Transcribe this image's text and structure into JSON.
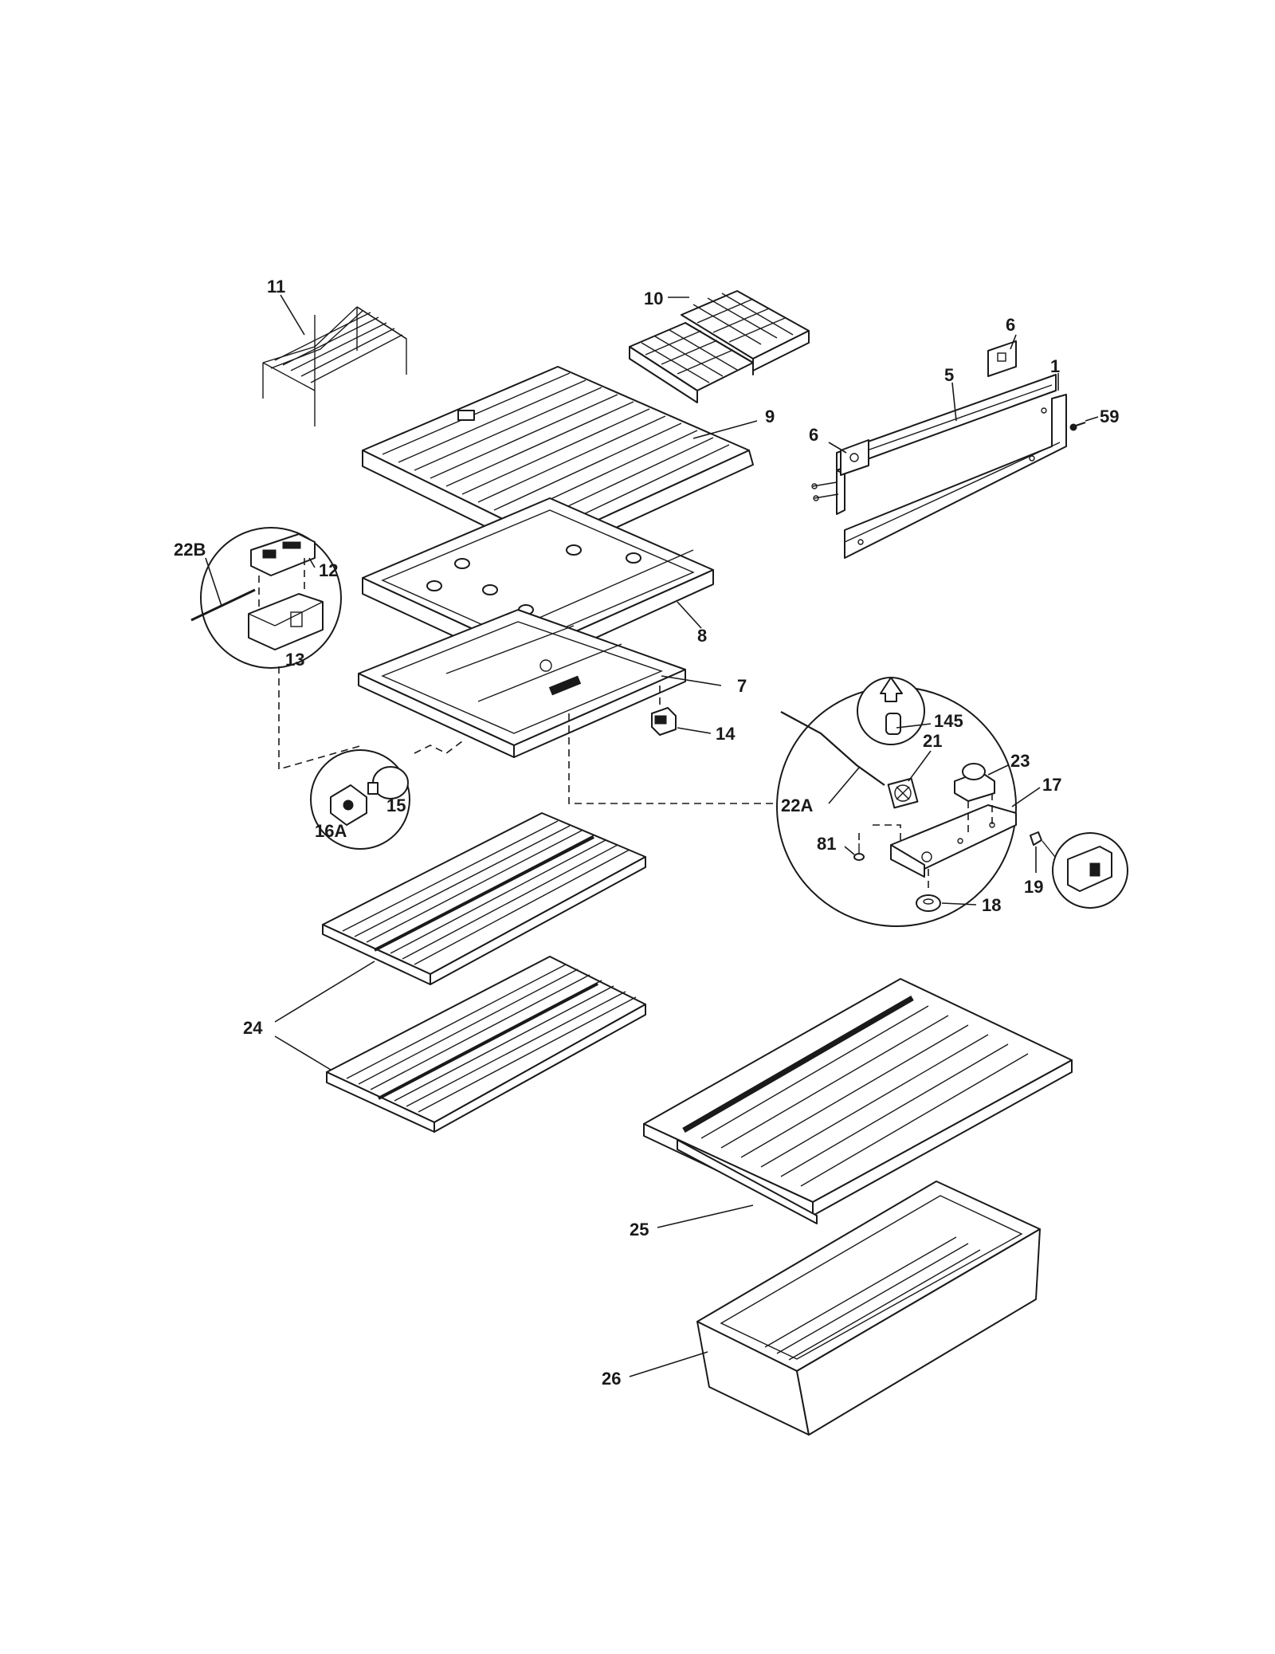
{
  "diagram": {
    "callouts": {
      "c11": "11",
      "c10": "10",
      "c6a": "6",
      "c6b": "6",
      "c5": "5",
      "c1": "1",
      "c59": "59",
      "c9": "9",
      "c22b": "22B",
      "c12": "12",
      "c13": "13",
      "c8": "8",
      "c7": "7",
      "c14": "14",
      "c145": "145",
      "c21": "21",
      "c23": "23",
      "c17": "17",
      "c22a": "22A",
      "c81": "81",
      "c19": "19",
      "c18": "18",
      "c15": "15",
      "c16a": "16A",
      "c24": "24",
      "c25": "25",
      "c26": "26"
    }
  }
}
